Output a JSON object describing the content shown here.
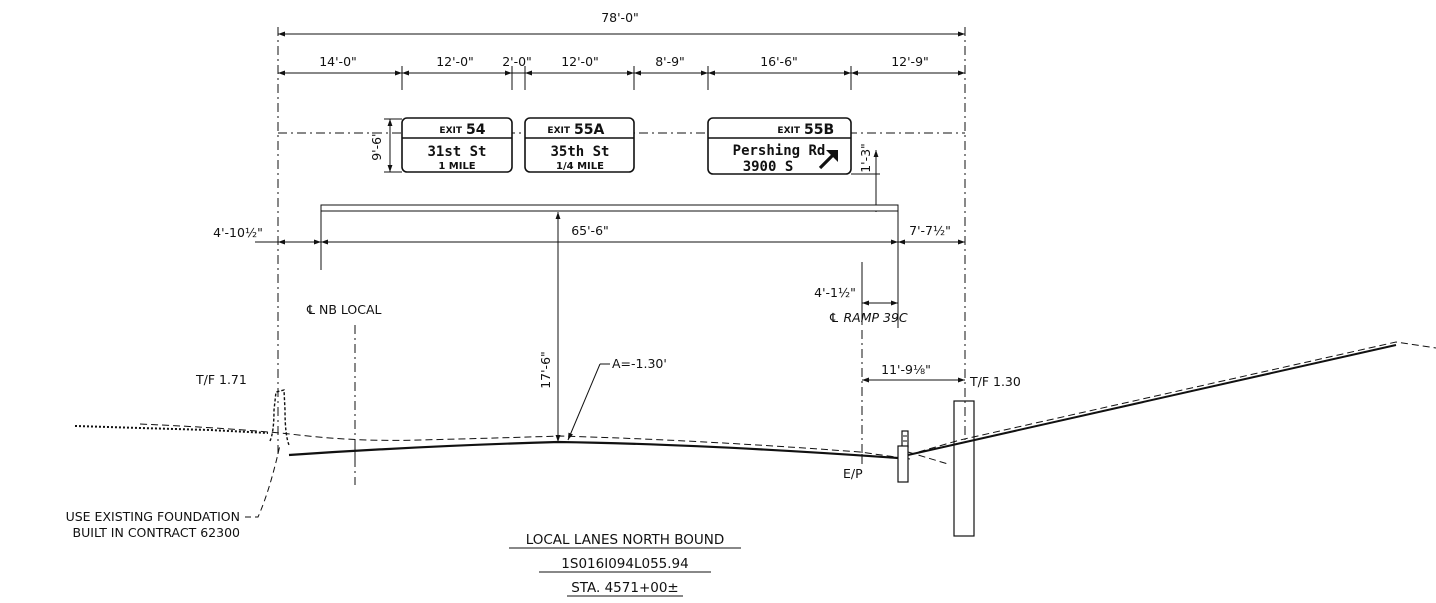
{
  "overall_width": "78'-0\"",
  "top_dimensions": [
    "14'-0\"",
    "12'-0\"",
    "2'-0\"",
    "12'-0\"",
    "8'-9\"",
    "16'-6\"",
    "12'-9\""
  ],
  "sign_height": "9'-6\"",
  "signs": [
    {
      "exit": "EXIT",
      "number": "54",
      "line1": "31st St",
      "line2": "1 MILE"
    },
    {
      "exit": "EXIT",
      "number": "55A",
      "line1": "35th St",
      "line2": "1/4 MILE"
    },
    {
      "exit": "EXIT",
      "number": "55B",
      "line1": "Pershing Rd",
      "line2": "3900 S",
      "arrow": "up-right-arrow-icon"
    }
  ],
  "sign_offset": "1'-3\"",
  "left_offset": "4'-10½\"",
  "truss_length": "65'-6\"",
  "right_offset": "7'-7½\"",
  "ramp_offset": "4'-1½\"",
  "centerline_nb": "℄ NB LOCAL",
  "centerline_ramp": "℄ RAMP 39C",
  "clearance": "17'-6\"",
  "clearance_note": "A=-1.30'",
  "shoulder_offset": "11'-9⅛\"",
  "tf_left": "T/F 1.71",
  "tf_right": "T/F 1.30",
  "edge_pavement": "E/P",
  "foundation_note": [
    "USE EXISTING FOUNDATION",
    "BUILT IN CONTRACT 62300"
  ],
  "title": [
    "LOCAL LANES NORTH BOUND",
    "1S016I094L055.94",
    "STA. 4571+00±"
  ]
}
